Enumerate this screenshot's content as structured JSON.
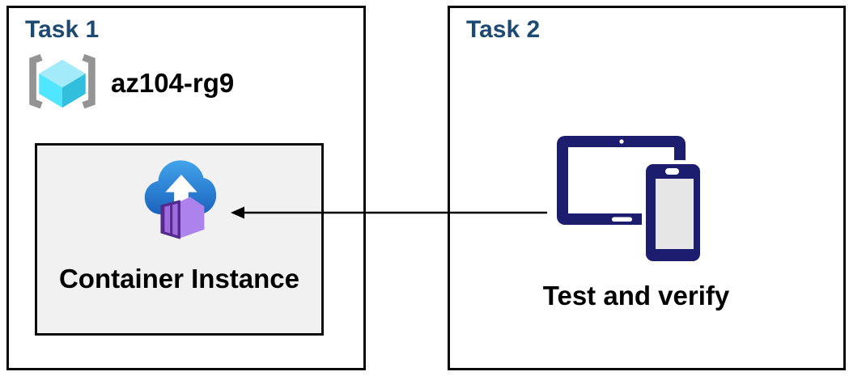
{
  "task1": {
    "title": "Task 1",
    "resource_group_name": "az104-rg9",
    "container_instance_label": "Container Instance"
  },
  "task2": {
    "title": "Task 2",
    "label": "Test and verify"
  },
  "connector": {
    "direction": "right-to-left",
    "from": "devices-icon",
    "to": "container-instance-box"
  },
  "icons": {
    "resource_group": "azure-resource-group-icon",
    "container_instance": "azure-container-instance-icon",
    "devices": "tablet-and-phone-icon",
    "connector": "left-arrow-connector"
  },
  "colors": {
    "title_text": "#1c4a70",
    "body_text": "#000000",
    "box_border": "#0a0a0a",
    "inner_box_bg": "#f1f1f1",
    "bracket_gray": "#949494",
    "cube_top": "#a3ebfa",
    "cube_left": "#50e6ff",
    "cube_right": "#32bedd",
    "cloud_top": "#42a4ea",
    "cloud_bottom": "#1b63be",
    "arrow_white": "#ffffff",
    "container_face_light": "#ac82ec",
    "container_door_frame": "#542b8c",
    "container_door_panel": "#a06bdf",
    "device_navy": "#1d1d6f",
    "phone_screen": "#e6e6e6",
    "connector_black": "#000000"
  }
}
